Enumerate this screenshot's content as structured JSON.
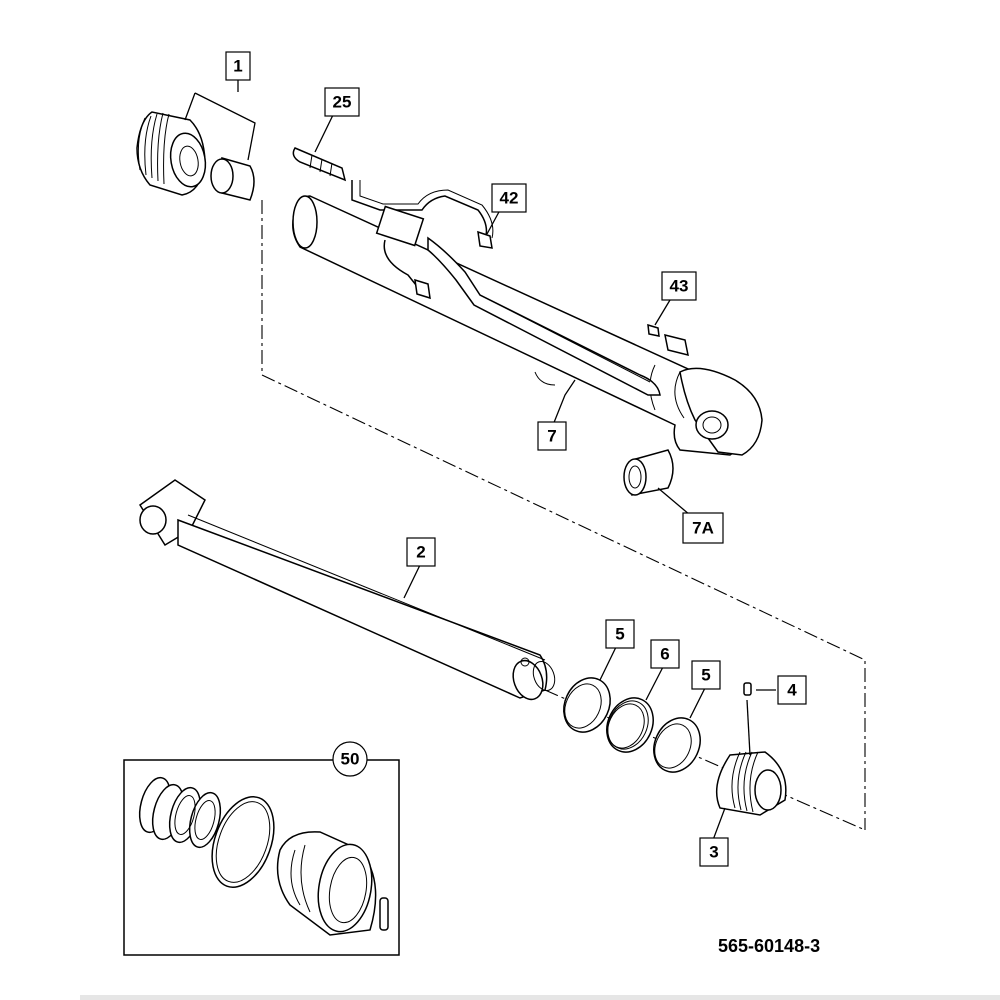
{
  "diagram": {
    "callouts": {
      "c1": "1",
      "c25": "25",
      "c42": "42",
      "c43": "43",
      "c7": "7",
      "c7a": "7A",
      "c2": "2",
      "c5a": "5",
      "c6": "6",
      "c5b": "5",
      "c4": "4",
      "c3": "3",
      "c50": "50"
    },
    "drawing_number": "565-60148-3"
  }
}
